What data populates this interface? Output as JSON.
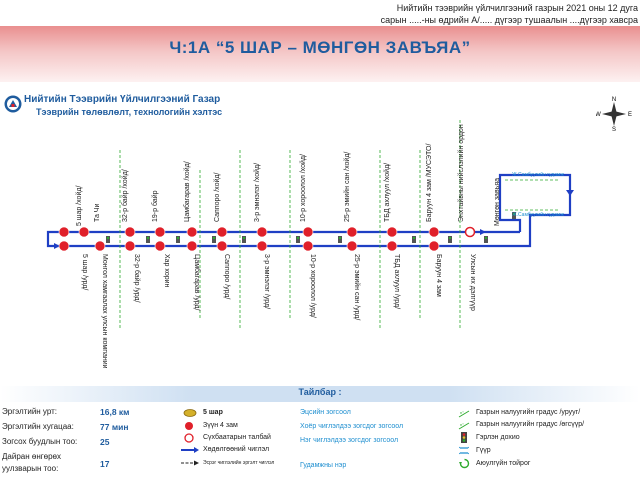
{
  "document_header": {
    "line1": "Нийтийн тээврийн үйлчилгээний газрын 2021 оны 12 дуга",
    "line2": "сарын .....-ны өдрийн А/..... дүгээр тушаалын ....дүгээр хавсра"
  },
  "route_title": "Ч:1А “5 ШАР – МӨНГӨН ЗАВЪЯА”",
  "organization": {
    "name": "Нийтийн Тээврийн Үйлчилгээний Газар",
    "department": "Тээврийн төлөвлөлт, технологийн хэлтэс"
  },
  "compass": {
    "north": "N",
    "west": "W",
    "east": "E",
    "south": "S"
  },
  "stops_upper": [
    "5 шар /хойд/",
    "Та Чи",
    "32-р байр /хойд/",
    "19-р байр",
    "Цамбагарав /хойд/",
    "Саппоро /хойд/",
    "3-р эмнэлэг /хойд/",
    "10-р хороолол /хойд/",
    "25-р эмийн сан /хойд/",
    "ТБД ахлуул /хойд/",
    "Баруун 4 зам /МУСЭТО/",
    "Энхтайвны нийслэлийн ордон",
    "Мөнгөн завьяа"
  ],
  "stops_lower": [
    "5 шар /урд/",
    "Монгол хамгаалах улсын компании",
    "32-р байр /урд/",
    "Хар хорин",
    "Цамбагарав /урд/",
    "Саппоро /урд/",
    "3-р эмнэлэг /урд/",
    "10-р хороолол /урд/",
    "25-р эмийн сан /урд/",
    "ТБД ахлуул /урд/",
    "Баруун 4 зам",
    "Улсын их дэлгүүр"
  ],
  "map_notes": [
    "Ж.Самбуугийн гудамж",
    "Ж.Самбуугийн гудамж"
  ],
  "legend_title": "Тайлбар :",
  "route_info": [
    {
      "label": "Эргэлтийн урт:",
      "value": "16,8 км"
    },
    {
      "label": "Эргэлтийн хугацаа:",
      "value": "77 мин"
    },
    {
      "label": "Зогсох буудлын тоо:",
      "value": "25"
    },
    {
      "label": "Дайран өнгөрөх",
      "value": ""
    },
    {
      "label": "уулзварын тоо:",
      "value": "17"
    }
  ],
  "legend": {
    "shar5": "5 шар",
    "zuun4": "Зүүн 4 зам",
    "sukhbaatar": "Сүхбаатарын талбай",
    "movement": "Хөдөлгөөний чиглэл",
    "return_dir": "Эсрэг чиглэлийн эргэлт чиглэл",
    "terminal": "Эцсийн зогсоол",
    "both_dir": "Хоёр чиглэлдээ зогсдог зогсоол",
    "one_dir": "Нэг чиглэлдээ зогсдог зогсоол",
    "street": "Гудамжны нэр",
    "west_grade": "Газрын налуугийн градус /урууг/",
    "east_grade": "Газрын налуугийн градус /өгсүүр/",
    "traffic_light": "Гэрлэн дохио",
    "bridge": "Гүүр",
    "safe_turn": "Аюулгүйн тойрог"
  },
  "colors": {
    "route": "#1f3fc4",
    "stop": "#e0202a",
    "accent_blue": "#1f5c9e",
    "green_dash": "#2eaa2e",
    "banner": "#e98f8f"
  }
}
